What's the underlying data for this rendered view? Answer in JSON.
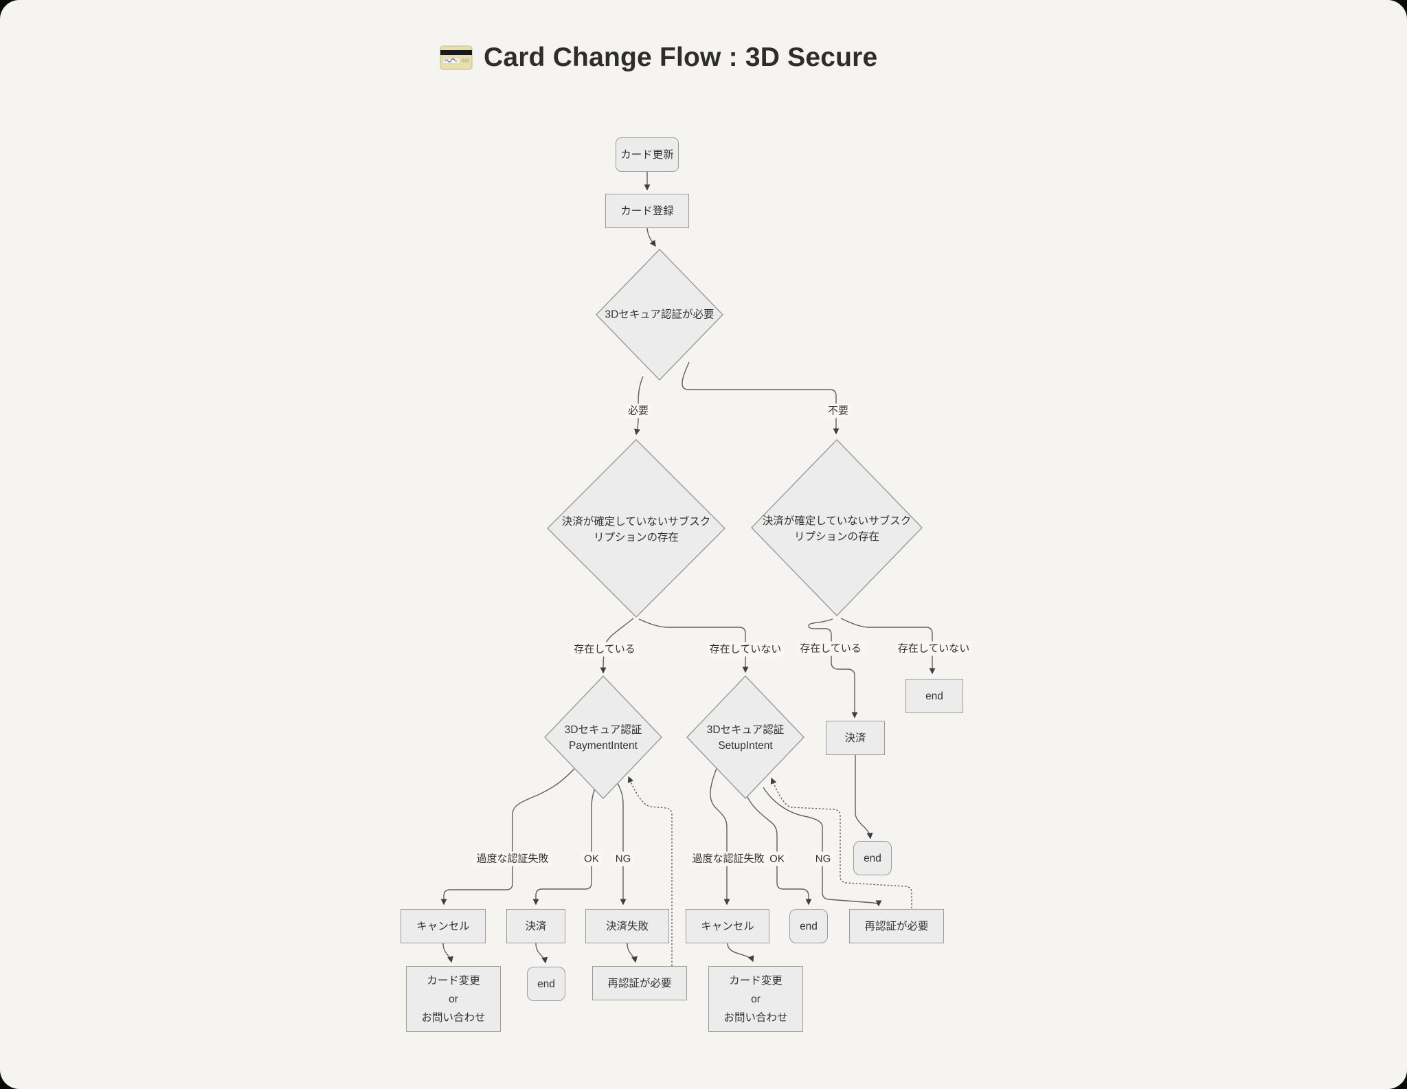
{
  "header": {
    "title": "Card Change Flow : 3D Secure",
    "icon": "credit-card-icon"
  },
  "diagram": {
    "nodes": {
      "card_update": "カード更新",
      "card_register": "カード登録",
      "needs_3ds": "3Dセキュア認証が必要",
      "unconfirmed_subscription": "決済が確定していないサブスクリプションの存在",
      "auth_3ds": "3Dセキュア認証",
      "payment_intent": "PaymentIntent",
      "setup_intent": "SetupIntent",
      "payment": "決済",
      "payment_failed": "決済失敗",
      "cancel": "キャンセル",
      "end": "end",
      "reauth_required": "再認証が必要",
      "card_change_line1": "カード変更",
      "card_change_line2": "or",
      "card_change_line3": "お問い合わせ"
    },
    "edge_labels": {
      "required": "必要",
      "not_required": "不要",
      "exists": "存在している",
      "not_exists": "存在していない",
      "excessive_auth_failures": "過度な認証失敗",
      "ok": "OK",
      "ng": "NG"
    },
    "colors": {
      "page_bg": "#f5f4f1",
      "node_fill": "#ececec",
      "node_border": "#9a9a9a",
      "edge": "#5f5f5f",
      "arrow": "#3f3f3f",
      "text": "#333333"
    }
  }
}
